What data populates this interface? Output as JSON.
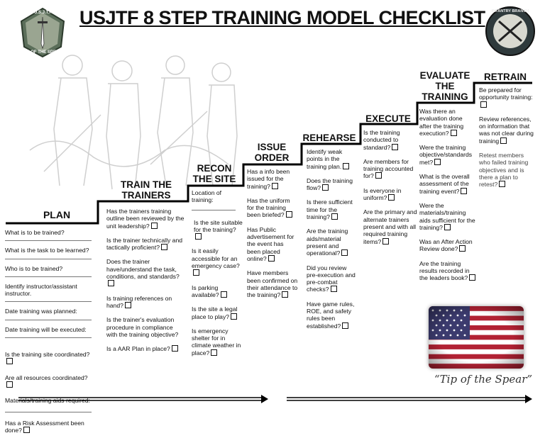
{
  "title": "USJTF 8 STEP TRAINING MODEL CHECKLIST",
  "left_emblem": {
    "top_text": "U.S.J.T.F.",
    "bottom_text": "TIP OF THE SPEAR",
    "icon": "dagger-emblem-icon"
  },
  "right_emblem": {
    "text": "INFANTRY BRANCH",
    "icon": "crossed-rifles-emblem-icon"
  },
  "steps": {
    "plan": {
      "title": "PLAN",
      "items": [
        "What is to be trained?",
        "What is the task to be learned?",
        "Who is to be trained?",
        "Identify instructor/assistant instructor.",
        "Date training was planned:",
        "Date training will be executed:",
        "Is the training site coordinated?",
        "Are all resources coordinated?",
        "Materials/training aids required:",
        "Has a Risk Assessment been done?"
      ]
    },
    "train": {
      "title_1": "TRAIN THE",
      "title_2": "TRAINERS",
      "items": [
        "Has the trainers training outline been reviewed by the unit leadership?",
        "Is the trainer technically and tactically proficient?",
        "Does the trainer have/understand the task, conditions, and standards?",
        "Is training references on hand?",
        "Is the trainer's evaluation procedure in compliance with the training objective?",
        "Is a AAR Plan in place?"
      ]
    },
    "recon": {
      "title_1": "RECON",
      "title_2": "THE SITE",
      "location_label": "Location of training:",
      "items": [
        "Is the site suitable for the training?",
        "Is it easily accessible for an emergency case?",
        "Is parking available?",
        "Is the site a legal place to play?",
        "Is emergency shelter for in climate weather in place?"
      ]
    },
    "issue": {
      "title_1": "ISSUE",
      "title_2": "ORDER",
      "items": [
        "Has a info been issued for the training?",
        "Has the uniform for the training been briefed?",
        "Has Public advertisement for the event has been placed online?",
        "Have members been confirmed on their attendance to the training?"
      ]
    },
    "rehearse": {
      "title": "REHEARSE",
      "items": [
        "Identify weak points in the training plan.",
        "Does the training flow?",
        "Is there sufficient time for the training?",
        "Are the training aids/material present and operational?",
        "Did you review pre-execution and pre-combat checks?",
        "Have game rules, ROE, and safety rules been established?"
      ]
    },
    "execute": {
      "title": "EXECUTE",
      "items": [
        "Is the training conducted to standard?",
        "Are members for training accounted for?",
        "Is everyone in uniform?",
        "Are the primary and alternate trainers present and with all required training items?"
      ]
    },
    "evaluate": {
      "title_1": "EVALUATE",
      "title_2": "THE",
      "title_3": "TRAINING",
      "items": [
        "Was there an evaluation done after the training execution?",
        "Were the training objective/standards met?",
        "What is the overall assessment of the training event?",
        "Were the materials/training aids sufficient for the training?",
        "Was an After Action Review done?",
        "Are the training results recorded in the leaders book?"
      ]
    },
    "retrain": {
      "title": "RETRAIN",
      "items": [
        "Be prepared for opportunity training:",
        "Review references, on information that was not clear during training",
        "Retest members who failed training objectives and is there a plan to retest?"
      ]
    }
  },
  "motto": "“Tip of the Spear”",
  "colors": {
    "text": "#111111",
    "flag_red": "#b22234",
    "flag_blue": "#3c3b6e",
    "stairs": "#000000"
  }
}
